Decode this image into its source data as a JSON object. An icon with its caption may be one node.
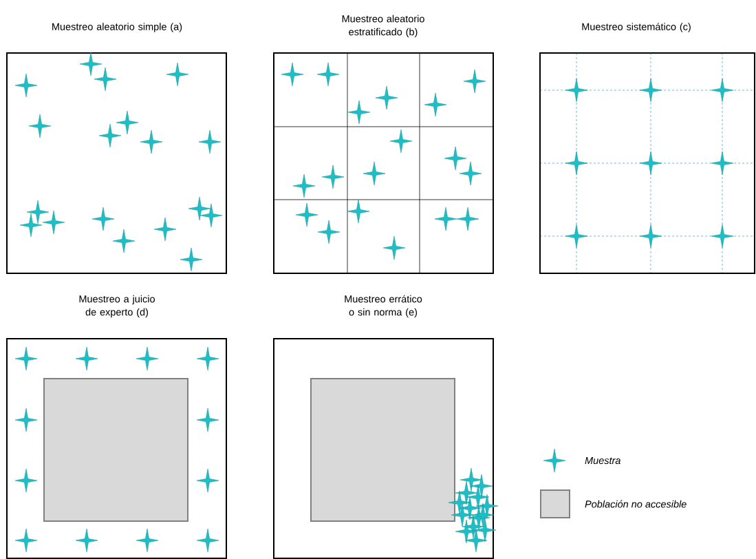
{
  "diagram": {
    "nodes": [
      {
        "text": [
          "Muestreo aleatorio simple (a)"
        ]
      },
      {
        "text": [
          "Muestreo aleatorio estratificado (b)"
        ]
      },
      {
        "text": [
          "Muestreo sistemático (c)"
        ]
      },
      {
        "text": [
          "Muestreo a juicio de experto (d)"
        ]
      },
      {
        "text": [
          "Muestreo errático o sin norma (e)"
        ]
      },
      {
        "text": [],
        "shape": "box",
        "in": 3
      },
      {
        "text": [],
        "shape": "box",
        "in": 4
      }
    ],
    "edges": [],
    "legend": [
      {
        "text": "Muestra"
      },
      {
        "text": "Población no accesible",
        "color": "#d9d9d9"
      }
    ]
  }
}
